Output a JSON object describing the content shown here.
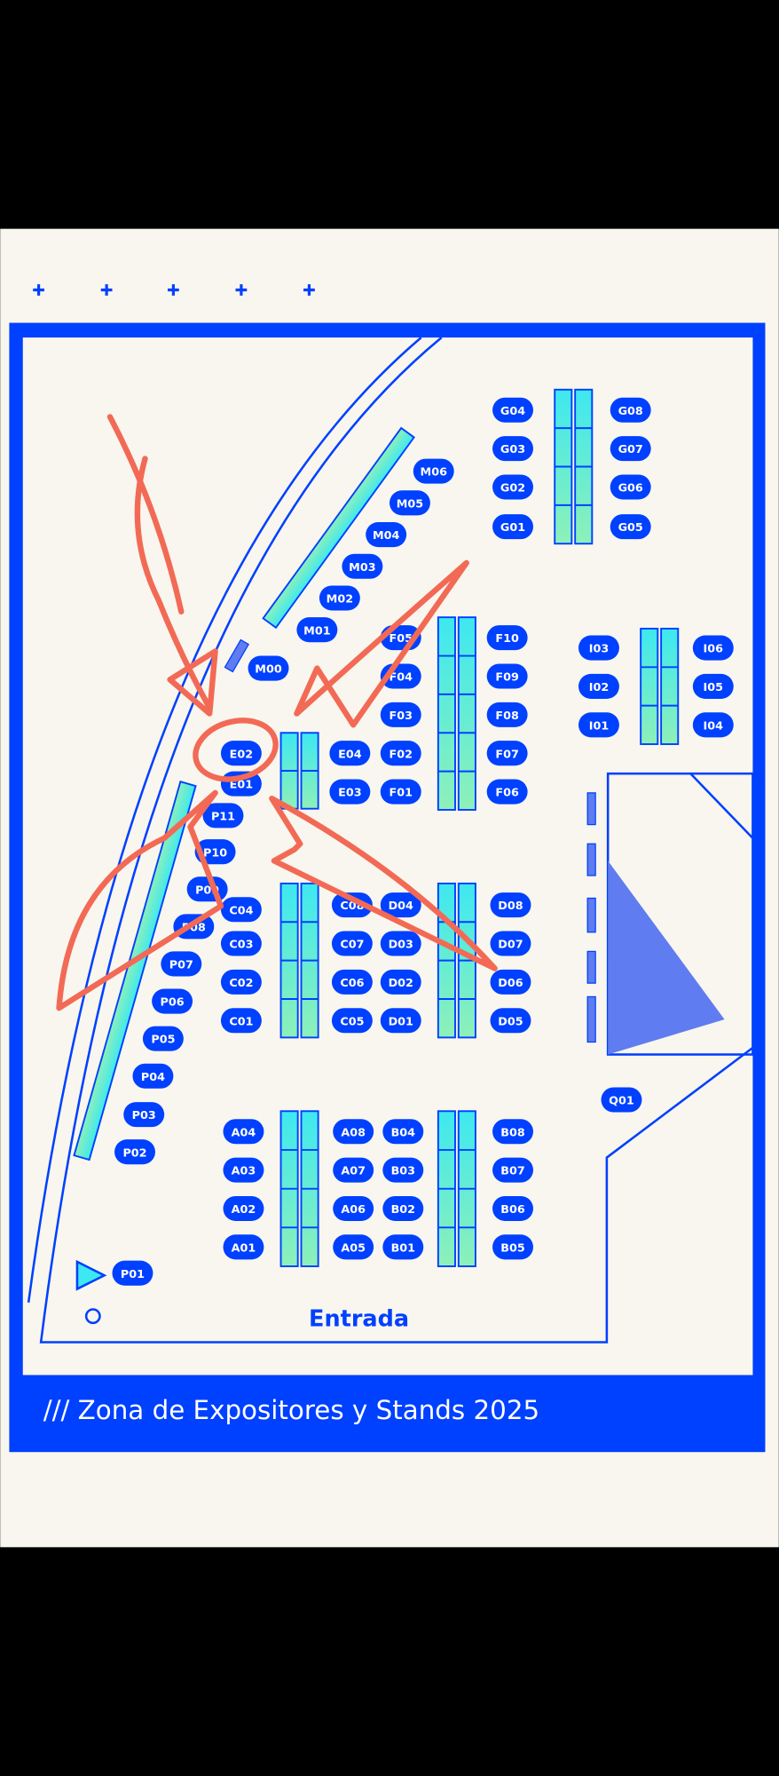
{
  "map": {
    "title": "/// Zona de Expositores y Stands 2025",
    "entrance_label": "Entrada",
    "stands": {
      "G": [
        "G01",
        "G02",
        "G03",
        "G04",
        "G05",
        "G06",
        "G07",
        "G08"
      ],
      "M": [
        "M00",
        "M01",
        "M02",
        "M03",
        "M04",
        "M05",
        "M06"
      ],
      "F": [
        "F01",
        "F02",
        "F03",
        "F04",
        "F05",
        "F06",
        "F07",
        "F08",
        "F09",
        "F10"
      ],
      "I": [
        "I01",
        "I02",
        "I03",
        "I04",
        "I05",
        "I06"
      ],
      "E": [
        "E01",
        "E02",
        "E03",
        "E04"
      ],
      "P": [
        "P01",
        "P02",
        "P03",
        "P04",
        "P05",
        "P06",
        "P07",
        "P08",
        "P09",
        "P10",
        "P11"
      ],
      "C": [
        "C01",
        "C02",
        "C03",
        "C04",
        "C05",
        "C06",
        "C07",
        "C08"
      ],
      "D": [
        "D01",
        "D02",
        "D03",
        "D04",
        "D05",
        "D06",
        "D07",
        "D08"
      ],
      "A": [
        "A01",
        "A02",
        "A03",
        "A04",
        "A05",
        "A06",
        "A07",
        "A08"
      ],
      "B": [
        "B01",
        "B02",
        "B03",
        "B04",
        "B05",
        "B06",
        "B07",
        "B08"
      ],
      "Q": [
        "Q01"
      ]
    },
    "highlighted_stand": "E02",
    "colors": {
      "brand": "#0040ff",
      "paper": "#f8f6ee",
      "annotation": "#f26a55",
      "booth_top": "#3ee8f0",
      "booth_bottom": "#8ef0b8"
    }
  }
}
